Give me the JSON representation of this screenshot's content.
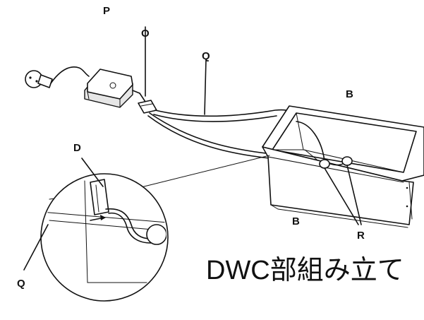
{
  "title": "DWC部組み立て",
  "labels": {
    "pump": "P",
    "valve": "O",
    "tube_top": "Q",
    "tank_inner": "B",
    "tank_outer": "B",
    "stones": "R",
    "detail_clip": "D",
    "detail_tube": "Q"
  }
}
